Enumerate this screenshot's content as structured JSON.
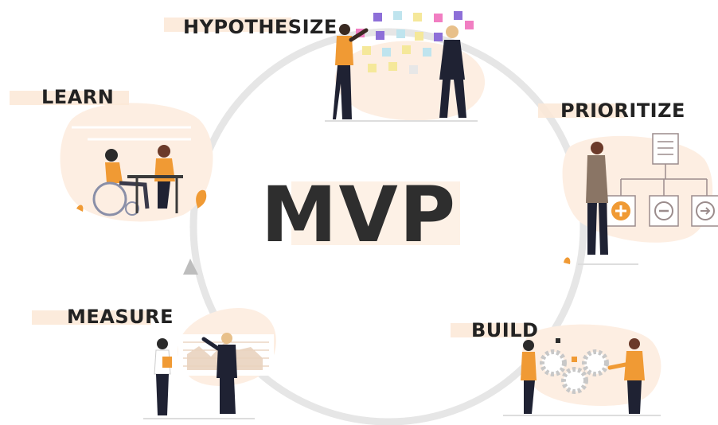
{
  "diagram": {
    "center_title": "MVP",
    "stages": [
      {
        "label": "HYPOTHESIZE"
      },
      {
        "label": "PRIORITIZE"
      },
      {
        "label": "BUILD"
      },
      {
        "label": "MEASURE"
      },
      {
        "label": "LEARN"
      }
    ]
  },
  "colors": {
    "accent": "#f09a34",
    "blob": "#fdeee2",
    "cycle_ring": "#e6e6e6",
    "arrow": "#bdbdbd",
    "text": "#222222",
    "figure_dark": "#1f2233",
    "paper": "#9b8c8c"
  }
}
